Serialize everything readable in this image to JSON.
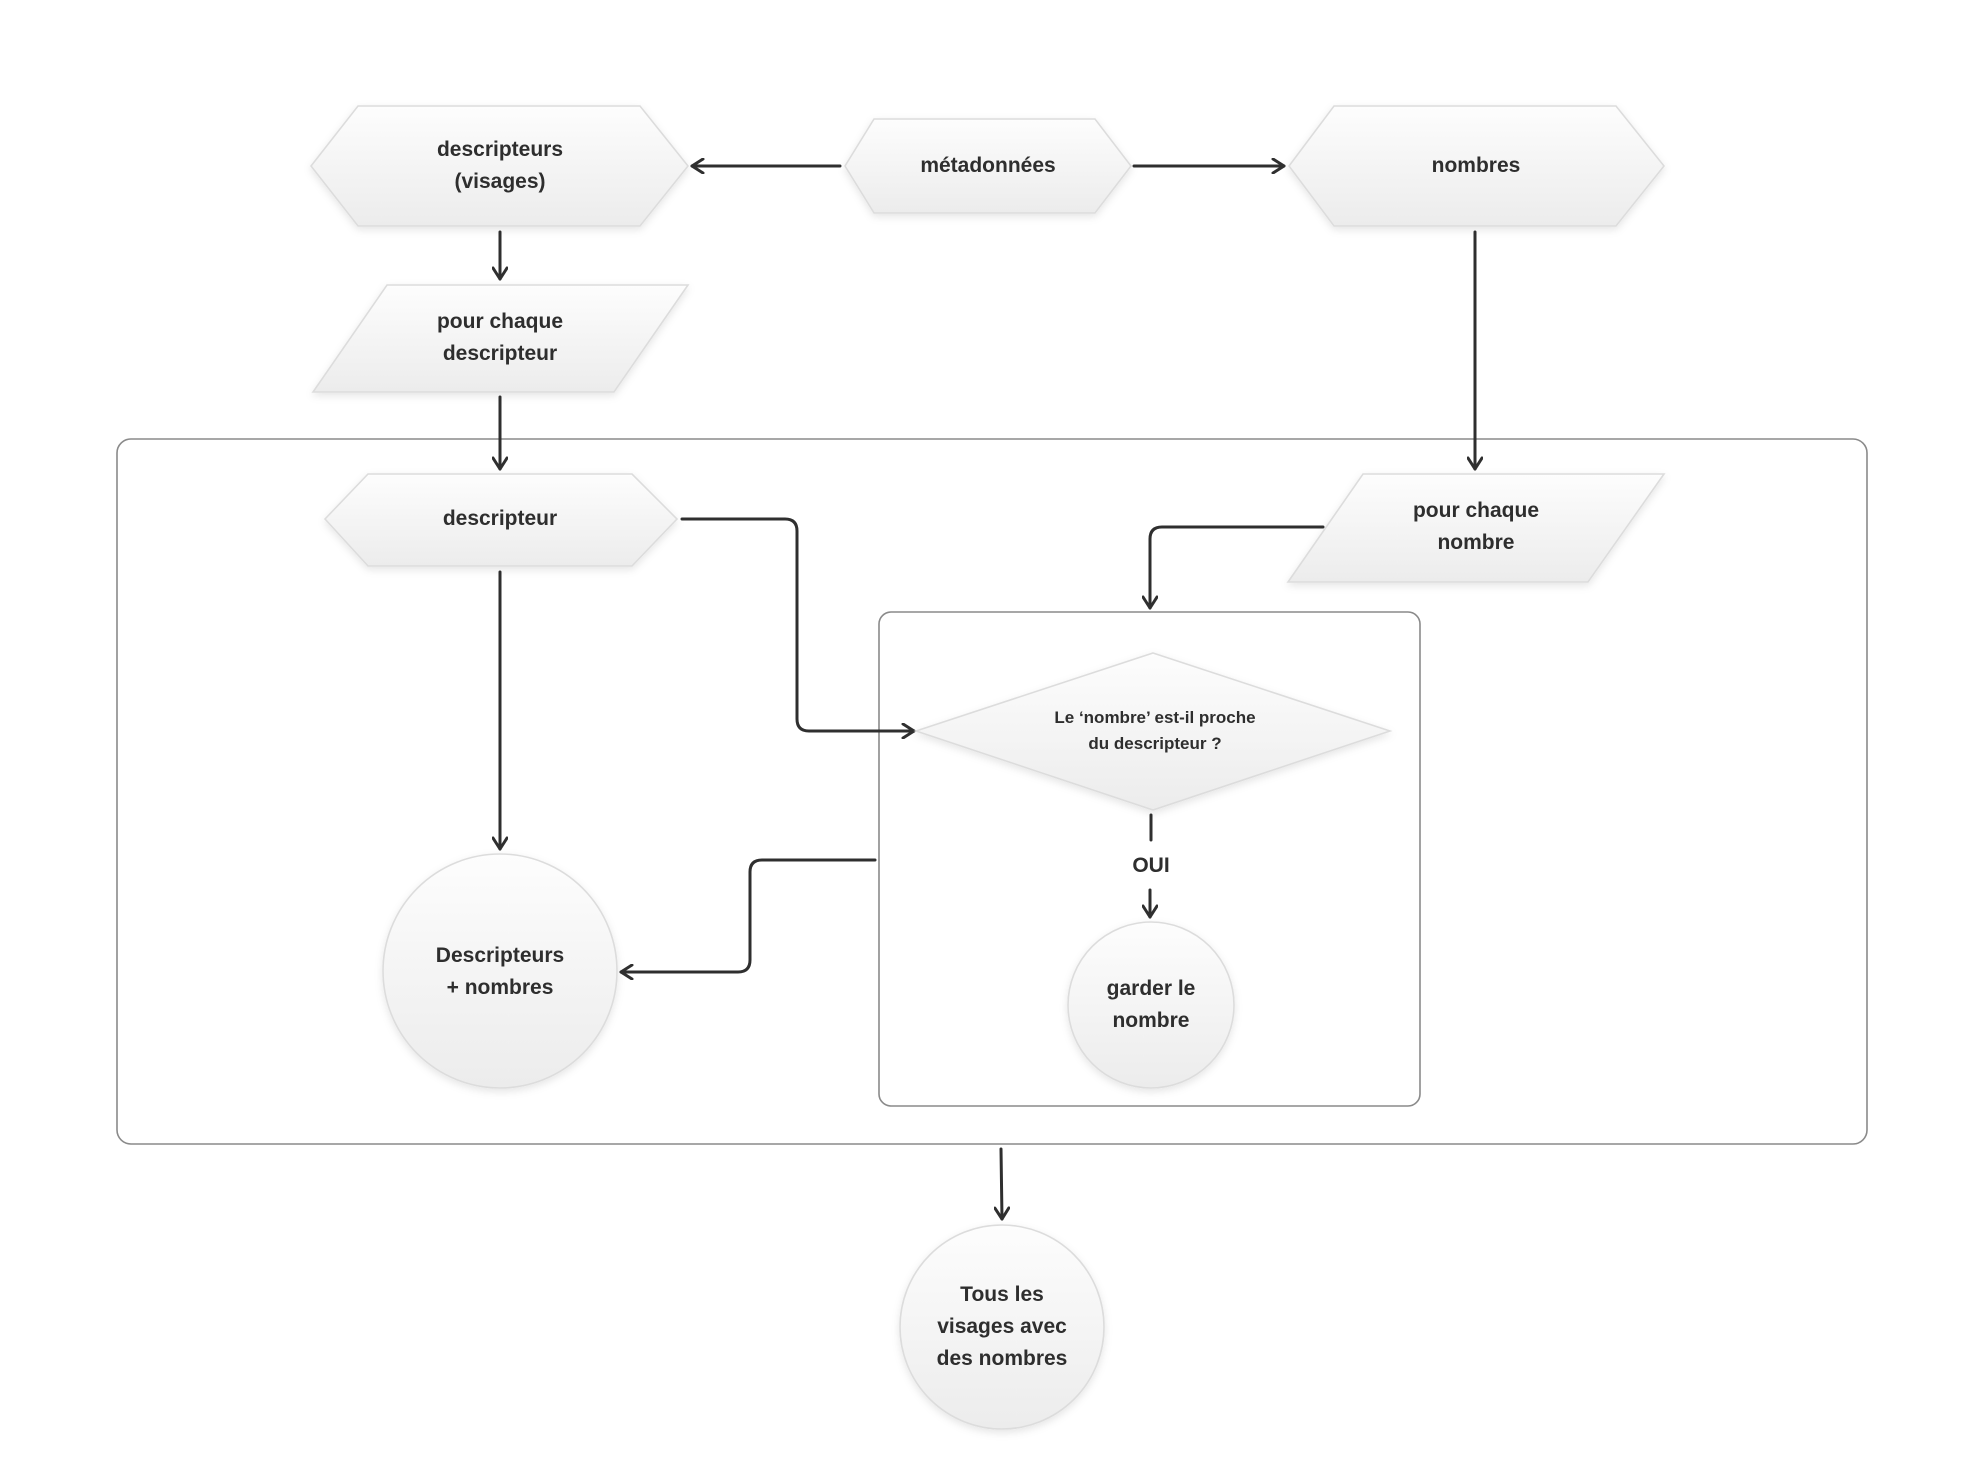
{
  "nodes": {
    "descripteurs_visages": [
      "descripteurs",
      "(visages)"
    ],
    "metadonnees": [
      "métadonnées"
    ],
    "nombres": [
      "nombres"
    ],
    "pour_chaque_descripteur": [
      "pour chaque",
      "descripteur"
    ],
    "descripteur": [
      "descripteur"
    ],
    "pour_chaque_nombre": [
      "pour chaque",
      "nombre"
    ],
    "decision": [
      "Le ‘nombre’ est-il proche",
      "du descripteur ?"
    ],
    "oui": [
      "OUI"
    ],
    "garder_le_nombre": [
      "garder le",
      "nombre"
    ],
    "descripteurs_nombres": [
      "Descripteurs",
      "+ nombres"
    ],
    "tous_les_visages": [
      "Tous les",
      "visages avec",
      "des nombres"
    ]
  }
}
